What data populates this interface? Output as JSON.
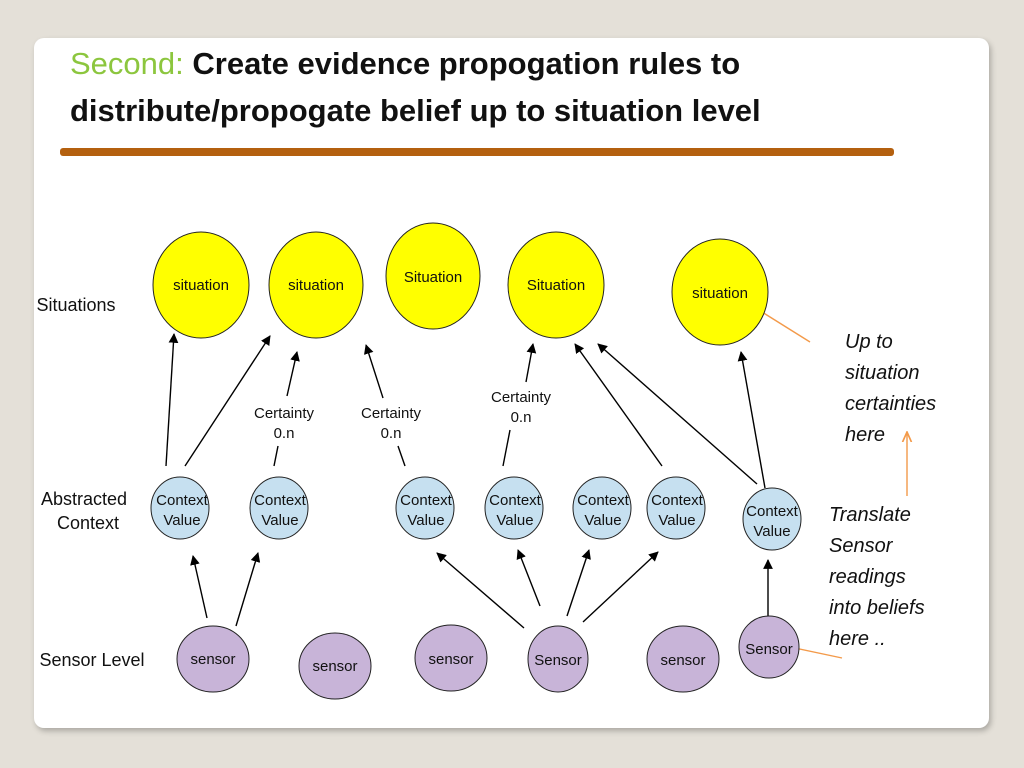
{
  "title": {
    "accent": "Second:",
    "text": "Create evidence propogation rules to distribute/propogate  belief  up to situation level"
  },
  "levels": {
    "situations": "Situations",
    "abstracted_line1": "Abstracted",
    "abstracted_line2": "Context",
    "sensor": "Sensor Level"
  },
  "situations": [
    "situation",
    "situation",
    "Situation",
    "Situation",
    "situation"
  ],
  "context": {
    "line1": "Context",
    "line2": "Value"
  },
  "sensors": [
    "sensor",
    "sensor",
    "sensor",
    "Sensor",
    "sensor",
    "Sensor"
  ],
  "certainty": {
    "line1": "Certainty",
    "line2": "0.n"
  },
  "notes": {
    "up": [
      "Up to",
      "situation",
      "certainties",
      "here"
    ],
    "translate": [
      "Translate",
      "Sensor",
      "readings",
      "into beliefs",
      "here .."
    ]
  },
  "colors": {
    "situation_fill": "#ffff00",
    "context_fill": "#c6e0f0",
    "sensor_fill": "#c8b4d8",
    "accent": "#8cc63e",
    "rule": "#b4600f",
    "note_arrow": "#f39a4a"
  }
}
